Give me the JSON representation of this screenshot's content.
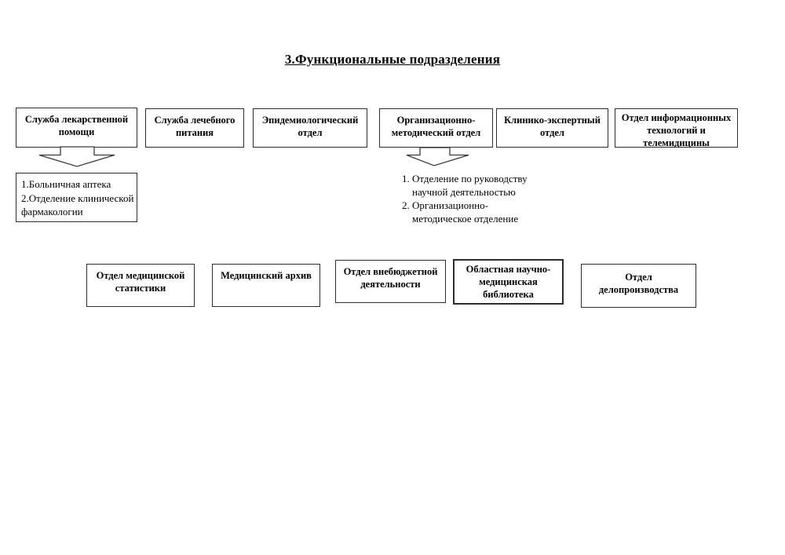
{
  "title": "3.Функциональные подразделения",
  "row1_departments": [
    {
      "label": "Служба лекарственной помощи"
    },
    {
      "label": "Служба лечебного питания"
    },
    {
      "label": "Эпидемиологический отдел"
    },
    {
      "label": "Организационно-методический отдел"
    },
    {
      "label": "Клинико-экспертный отдел"
    },
    {
      "label": "Отдел информационных технологий и телемидицины"
    }
  ],
  "pharmacy_sub_box": {
    "text": "1.Больничная аптека\n2.Отделение клинической фармакологии"
  },
  "org_method_sub_list": {
    "items": [
      "Отделение по руководству научной деятельностью",
      "Организационно-методическое отделение"
    ]
  },
  "row2_departments": [
    {
      "label": "Отдел медицинской статистики"
    },
    {
      "label": "Медицинский архив"
    },
    {
      "label": "Отдел внебюджетной деятельности"
    },
    {
      "label": "Областная научно-медицинская библиотека"
    },
    {
      "label": "Отдел делопроизводства"
    }
  ],
  "colors": {
    "border": "#2d2d2d",
    "text": "#000000",
    "background": "#ffffff"
  }
}
